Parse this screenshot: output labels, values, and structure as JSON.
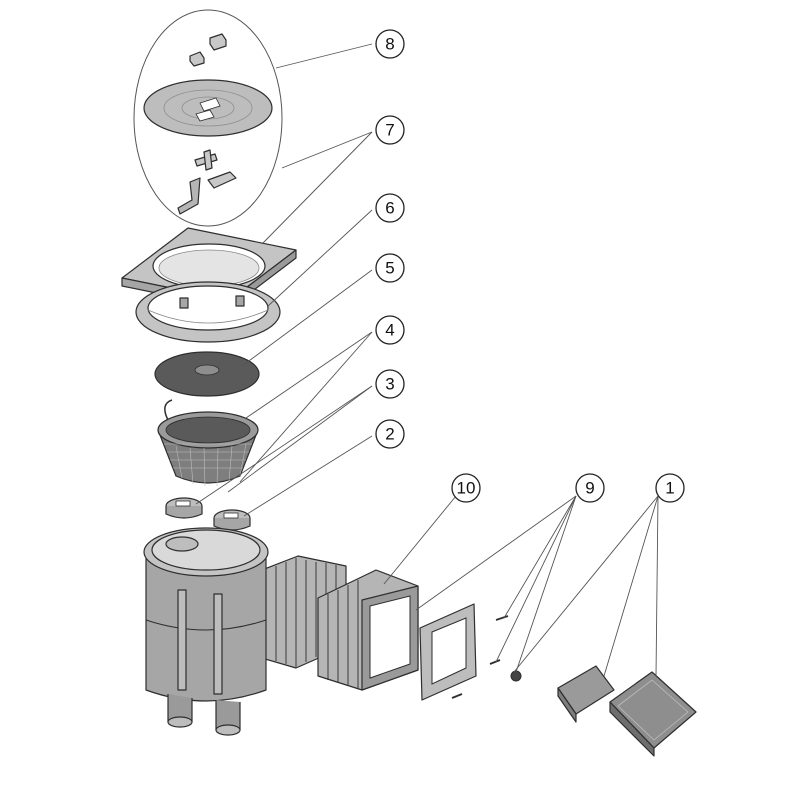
{
  "callouts": [
    {
      "id": "1",
      "label": "1"
    },
    {
      "id": "2",
      "label": "2"
    },
    {
      "id": "3",
      "label": "3"
    },
    {
      "id": "4",
      "label": "4"
    },
    {
      "id": "5",
      "label": "5"
    },
    {
      "id": "6",
      "label": "6"
    },
    {
      "id": "7",
      "label": "7"
    },
    {
      "id": "8",
      "label": "8"
    },
    {
      "id": "9",
      "label": "9"
    },
    {
      "id": "10",
      "label": "10"
    }
  ],
  "colors": {
    "background": "#ffffff",
    "part_fill": "#bdbdbd",
    "part_light": "#d9d9d9",
    "part_dark": "#8e8e8e",
    "gasket": "#5a5a5a",
    "outline": "#2e2e2e"
  }
}
